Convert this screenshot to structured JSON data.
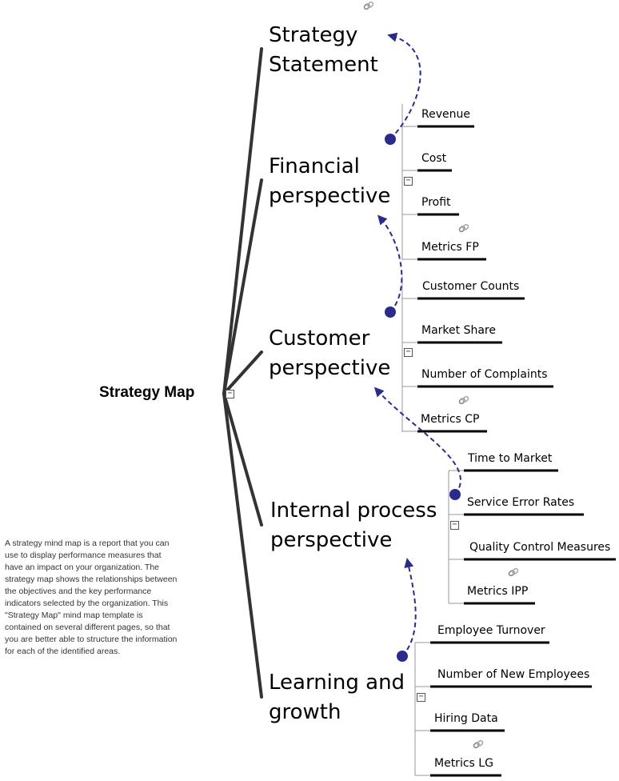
{
  "central": {
    "label": "Strategy Map"
  },
  "description": "A strategy mind map is a report that you can use to display performance measures that have an impact on your organization. The strategy map shows the relationships between the objectives and the key performance indicators selected by the organization. This \"Strategy Map\" mind map template is contained on several different pages, so that you are better able to structure the information for each of the identified areas.",
  "branches": [
    {
      "line1": "Strategy",
      "line2": "Statement",
      "leaves": []
    },
    {
      "line1": "Financial",
      "line2": "perspective",
      "leaves": [
        "Revenue",
        "Cost",
        "Profit",
        "Metrics FP"
      ]
    },
    {
      "line1": "Customer",
      "line2": "perspective",
      "leaves": [
        "Customer Counts",
        "Market Share",
        "Number of Complaints",
        "Metrics CP"
      ]
    },
    {
      "line1": "Internal process",
      "line2": "perspective",
      "leaves": [
        "Time to Market",
        "Service Error Rates",
        "Quality Control Measures",
        "Metrics IPP"
      ]
    },
    {
      "line1": "Learning and",
      "line2": "growth",
      "leaves": [
        "Employee Turnover",
        "Number of New Employees",
        "Hiring Data",
        "Metrics LG"
      ]
    }
  ],
  "icons": {
    "link": "link-icon",
    "collapse": "collapse-toggle-icon",
    "connector": "relationship-arrow"
  },
  "colors": {
    "branch_line": "#333333",
    "relationship": "#2b2b8c",
    "text": "#000000"
  }
}
